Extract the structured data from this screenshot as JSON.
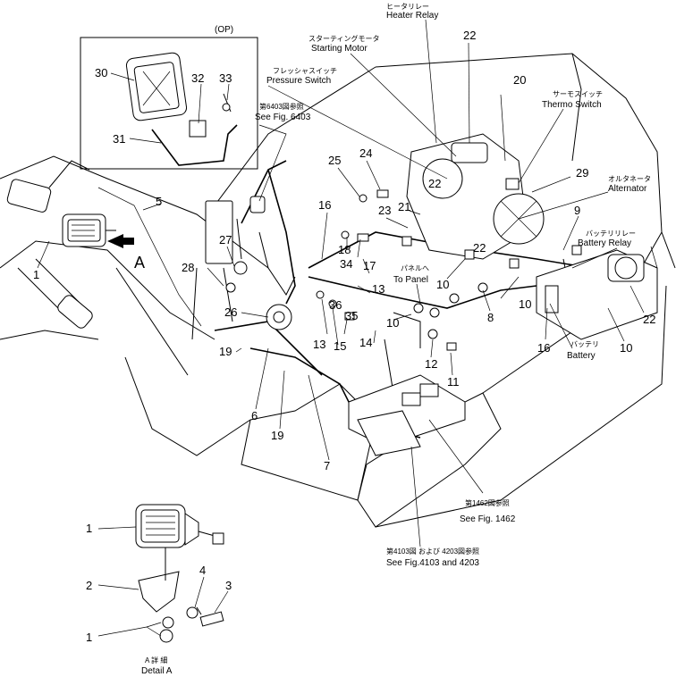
{
  "option_label": "(OP)",
  "callouts": [
    {
      "jp": "ヒータリレー",
      "en": "Heater Relay"
    },
    {
      "jp": "スターティングモータ",
      "en": "Starting Motor"
    },
    {
      "jp": "フレッシャスイッチ",
      "en": "Pressure Switch"
    },
    {
      "jp": "第6403図参照",
      "en": "See Fig. 6403"
    },
    {
      "jp": "サーモスイッチ",
      "en": "Thermo Switch"
    },
    {
      "jp": "オルタネータ",
      "en": "Alternator"
    },
    {
      "jp": "バッテリリレー",
      "en": "Battery Relay"
    },
    {
      "jp": "パネルへ",
      "en": "To Panel"
    },
    {
      "jp": "バッテリ",
      "en": "Battery"
    },
    {
      "jp": "第1462図参照",
      "en": "See Fig. 1462"
    },
    {
      "jp": "第4103図 および 4203図参照",
      "en": "See Fig.4103  and 4203"
    }
  ],
  "view_arrow_label": "A",
  "detail": {
    "jp": "A 詳 細",
    "en": "Detail A"
  },
  "part_numbers": [
    "30",
    "32",
    "33",
    "31",
    "5",
    "1",
    "27",
    "28",
    "26",
    "19",
    "6",
    "19",
    "7",
    "25",
    "24",
    "16",
    "18",
    "34",
    "17",
    "13",
    "36",
    "35",
    "13",
    "15",
    "14",
    "23",
    "21",
    "22",
    "22",
    "20",
    "29",
    "9",
    "22",
    "10",
    "10",
    "8",
    "10",
    "12",
    "11",
    "16",
    "10",
    "22",
    "1",
    "2",
    "4",
    "3",
    "1"
  ]
}
